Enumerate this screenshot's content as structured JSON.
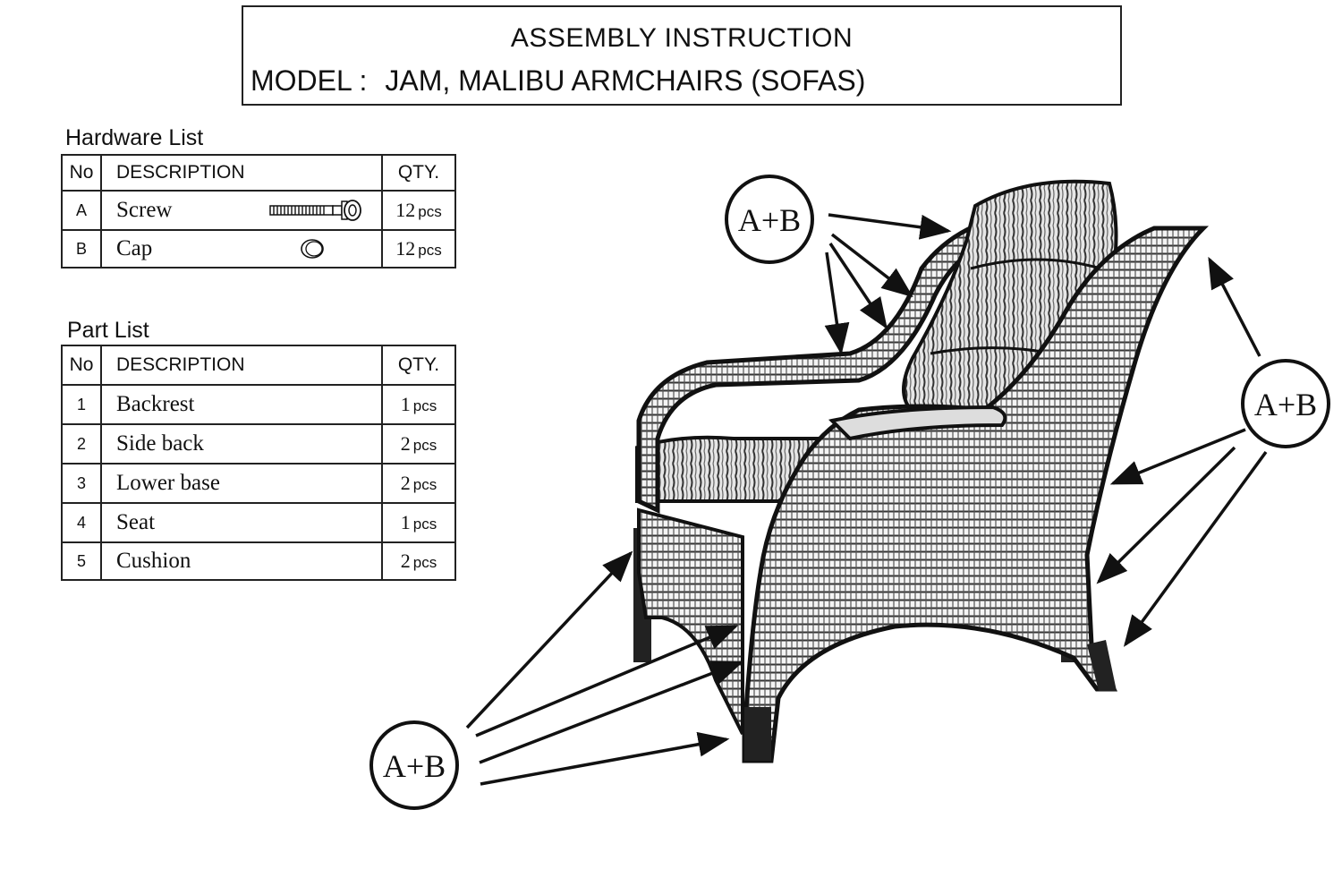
{
  "header": {
    "title": "ASSEMBLY INSTRUCTION",
    "model_label": "MODEL :",
    "model_value": "JAM, MALIBU ARMCHAIRS (SOFAS)"
  },
  "hardware": {
    "title": "Hardware List",
    "columns": {
      "no": "No",
      "description": "DESCRIPTION",
      "qty": "QTY."
    },
    "rows": [
      {
        "no": "A",
        "description": "Screw",
        "qty": "12",
        "unit": "pcs",
        "icon": "screw-icon"
      },
      {
        "no": "B",
        "description": "Cap",
        "qty": "12",
        "unit": "pcs",
        "icon": "cap-icon"
      }
    ]
  },
  "parts": {
    "title": "Part List",
    "columns": {
      "no": "No",
      "description": "DESCRIPTION",
      "qty": "QTY."
    },
    "rows": [
      {
        "no": "1",
        "description": "Backrest",
        "qty": "1",
        "unit": "pcs"
      },
      {
        "no": "2",
        "description": "Side back",
        "qty": "2",
        "unit": "pcs"
      },
      {
        "no": "3",
        "description": "Lower base",
        "qty": "2",
        "unit": "pcs"
      },
      {
        "no": "4",
        "description": "Seat",
        "qty": "1",
        "unit": "pcs"
      },
      {
        "no": "5",
        "description": "Cushion",
        "qty": "2",
        "unit": "pcs"
      }
    ]
  },
  "diagram": {
    "callouts": [
      {
        "label": "A+B"
      },
      {
        "label": "A+B"
      },
      {
        "label": "A+B"
      }
    ],
    "illustration": "wicker-armchair-illustration"
  }
}
